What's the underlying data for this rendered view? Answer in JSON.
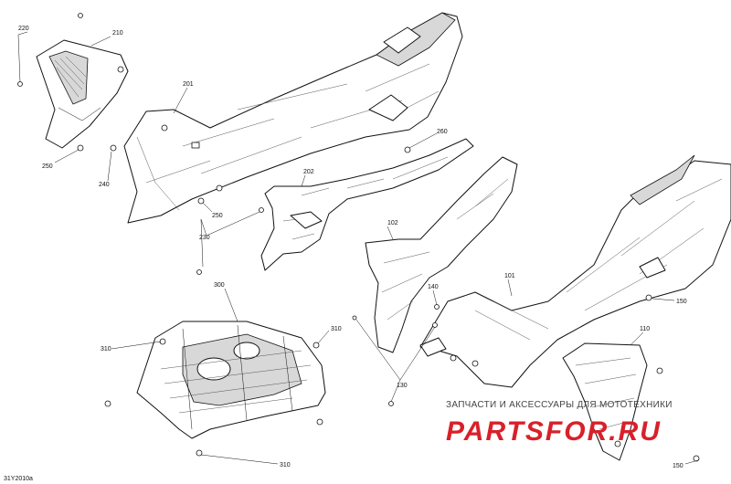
{
  "diagram": {
    "callouts": [
      {
        "id": "c220",
        "text": "220"
      },
      {
        "id": "c210",
        "text": "210"
      },
      {
        "id": "c201",
        "text": "201"
      },
      {
        "id": "c250a",
        "text": "250"
      },
      {
        "id": "c240",
        "text": "240"
      },
      {
        "id": "c250b",
        "text": "250"
      },
      {
        "id": "c230",
        "text": "230"
      },
      {
        "id": "c202",
        "text": "202"
      },
      {
        "id": "c260",
        "text": "260"
      },
      {
        "id": "c102",
        "text": "102"
      },
      {
        "id": "c101",
        "text": "101"
      },
      {
        "id": "c140",
        "text": "140"
      },
      {
        "id": "c150",
        "text": "150"
      },
      {
        "id": "c110",
        "text": "110"
      },
      {
        "id": "c130",
        "text": "130"
      },
      {
        "id": "c150b",
        "text": "150"
      },
      {
        "id": "c300",
        "text": "300"
      },
      {
        "id": "c310a",
        "text": "310"
      },
      {
        "id": "c310b",
        "text": "310"
      },
      {
        "id": "c310c",
        "text": "310"
      }
    ],
    "drawing_code": "31Y2010a"
  },
  "watermark": {
    "tagline": "ЗАПЧАСТИ И АКСЕССУАРЫ ДЛЯ МОТОТЕХНИКИ",
    "brand": "PARTSFOR.RU",
    "brand_color": "#d9202a"
  }
}
